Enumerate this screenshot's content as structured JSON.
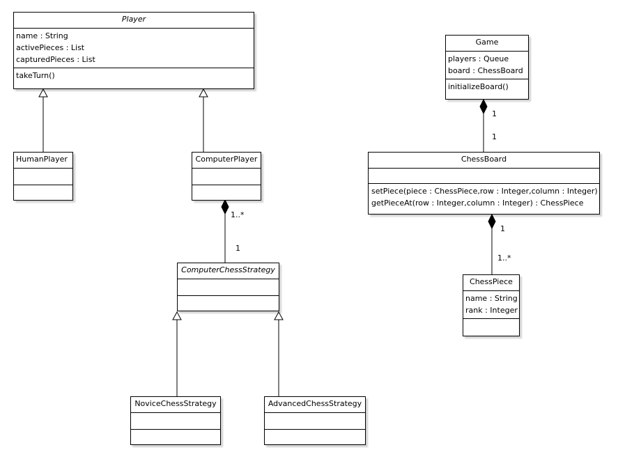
{
  "classes": {
    "player": {
      "name": "Player",
      "attributes": [
        "name : String",
        "activePieces : List",
        "capturedPieces : List"
      ],
      "operations": [
        "takeTurn()"
      ]
    },
    "human_player": {
      "name": "HumanPlayer"
    },
    "computer_player": {
      "name": "ComputerPlayer"
    },
    "strategy": {
      "name": "ComputerChessStrategy"
    },
    "novice": {
      "name": "NoviceChessStrategy"
    },
    "advanced": {
      "name": "AdvancedChessStrategy"
    },
    "game": {
      "name": "Game",
      "attributes": [
        "players : Queue",
        "board : ChessBoard"
      ],
      "operations": [
        "initializeBoard()"
      ]
    },
    "chessboard": {
      "name": "ChessBoard",
      "operations": [
        "setPiece(piece : ChessPiece,row : Integer,column : Integer)",
        "getPieceAt(row : Integer,column : Integer) : ChessPiece"
      ]
    },
    "chesspiece": {
      "name": "ChessPiece",
      "attributes": [
        "name : String",
        "rank : Integer"
      ]
    }
  },
  "multiplicities": {
    "computer_to_strategy_whole": "1..*",
    "computer_to_strategy_part": "1",
    "game_to_board_whole": "1",
    "game_to_board_part": "1",
    "board_to_piece_whole": "1",
    "board_to_piece_part": "1..*"
  }
}
